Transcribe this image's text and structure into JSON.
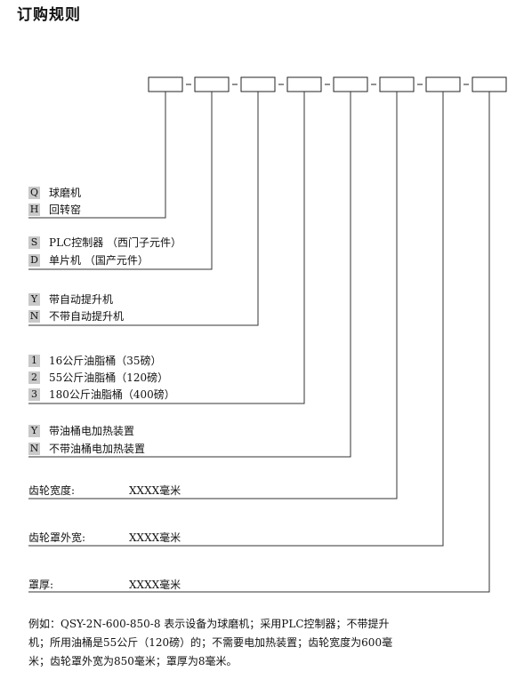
{
  "title": "订购规则",
  "groups": [
    {
      "items": [
        {
          "code": "Q",
          "text": "球磨机"
        },
        {
          "code": "H",
          "text": "回转窑"
        }
      ]
    },
    {
      "items": [
        {
          "code": "S",
          "text": "PLC控制器 （西门子元件）"
        },
        {
          "code": "D",
          "text": "单片机 （国产元件）"
        }
      ]
    },
    {
      "items": [
        {
          "code": "Y",
          "text": "带自动提升机"
        },
        {
          "code": "N",
          "text": "不带自动提升机"
        }
      ]
    },
    {
      "items": [
        {
          "code": "1",
          "text": "16公斤油脂桶（35磅）"
        },
        {
          "code": "2",
          "text": "55公斤油脂桶（120磅）"
        },
        {
          "code": "3",
          "text": "180公斤油脂桶（400磅）"
        }
      ]
    },
    {
      "items": [
        {
          "code": "Y",
          "text": "带油桶电加热装置"
        },
        {
          "code": "N",
          "text": "不带油桶电加热装置"
        }
      ]
    }
  ],
  "dimensions": [
    {
      "label": "齿轮宽度:",
      "value": "XXXX毫米"
    },
    {
      "label": "齿轮罩外宽:",
      "value": "XXXX毫米"
    },
    {
      "label": "罩厚:",
      "value": "XXXX毫米"
    }
  ],
  "example": "例如：QSY-2N-600-850-8 表示设备为球磨机；采用PLC控制器；不带提升机；所用油桶是55公斤（120磅）的；不需要电加热装置；齿轮宽度为600毫米；齿轮罩外宽为850毫米；罩厚为8毫米。"
}
